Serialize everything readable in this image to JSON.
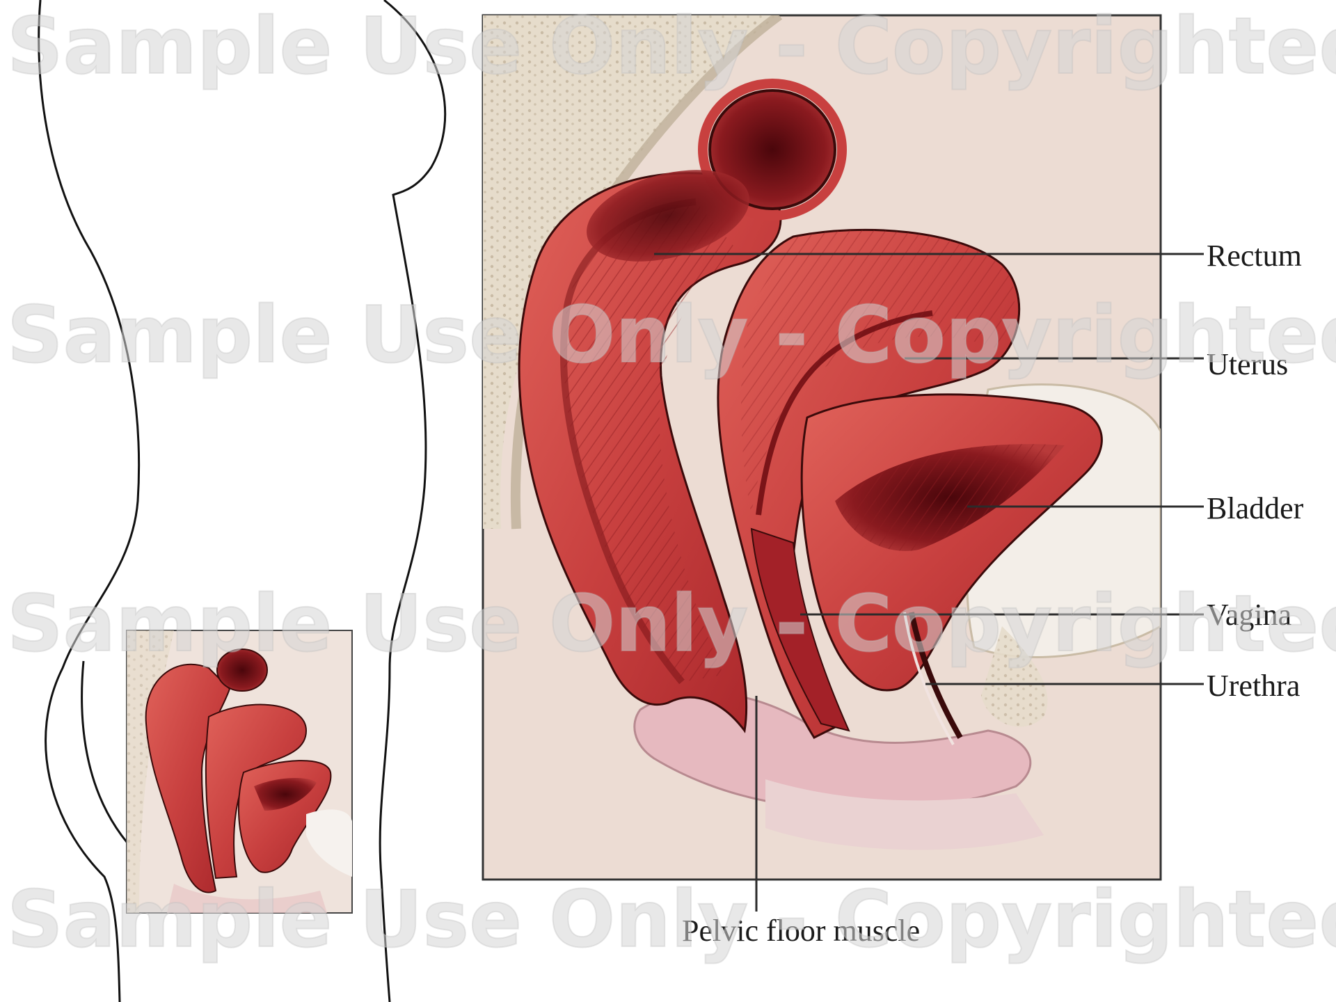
{
  "labels": {
    "rectum": "Rectum",
    "uterus": "Uterus",
    "bladder": "Bladder",
    "vagina": "Vagina",
    "urethra": "Urethra",
    "pelvic_floor_muscle": "Pelvic floor muscle"
  },
  "watermark": {
    "text": "Sample Use Only - Copyrighted"
  },
  "colors": {
    "muscle": "#c8403f",
    "muscle_dark": "#7a1418",
    "muscle_light": "#e56b62",
    "background_tissue": "#ecdcd3",
    "bone": "#e4dccc",
    "outline": "#1a1a1a"
  }
}
